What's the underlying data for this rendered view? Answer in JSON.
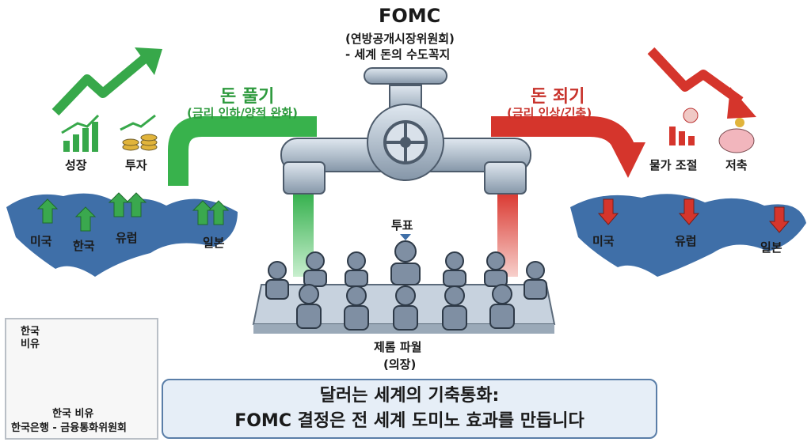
{
  "header": {
    "title": "FOMC",
    "subtitle_line1": "(연방공개시장위원회)",
    "subtitle_line2": "- 세계 돈의 수도꼭지"
  },
  "left_flow": {
    "title": "돈 풀기",
    "subtitle": "(금리 인하/양적 완화)",
    "icon_labels": [
      "성장",
      "투자"
    ],
    "regions": [
      "미국",
      "한국",
      "유럽",
      "일본"
    ]
  },
  "right_flow": {
    "title": "돈 죄기",
    "subtitle": "(금리 인상/긴축)",
    "icon_labels": [
      "물가 조절",
      "저축"
    ],
    "regions": [
      "미국",
      "유럽",
      "일본"
    ]
  },
  "meeting": {
    "vote_label": "투표",
    "chair_line1": "제롬 파월",
    "chair_line2": "(의장)"
  },
  "inset": {
    "top_label_line1": "한국",
    "top_label_line2": "비유",
    "bottom_line1": "한국 비유",
    "bottom_line2": "한국은행 - 금융통화위원회"
  },
  "banner": {
    "line1": "달러는 세계의 기축통화:",
    "line2": "FOMC 결정은 전 세계 도미노 효과를 만듭니다"
  },
  "colors": {
    "green": "#2e9a3e",
    "red": "#c8322b",
    "map_blue": "#3f6fa8",
    "pipe_gray": "#b7c3d0"
  }
}
